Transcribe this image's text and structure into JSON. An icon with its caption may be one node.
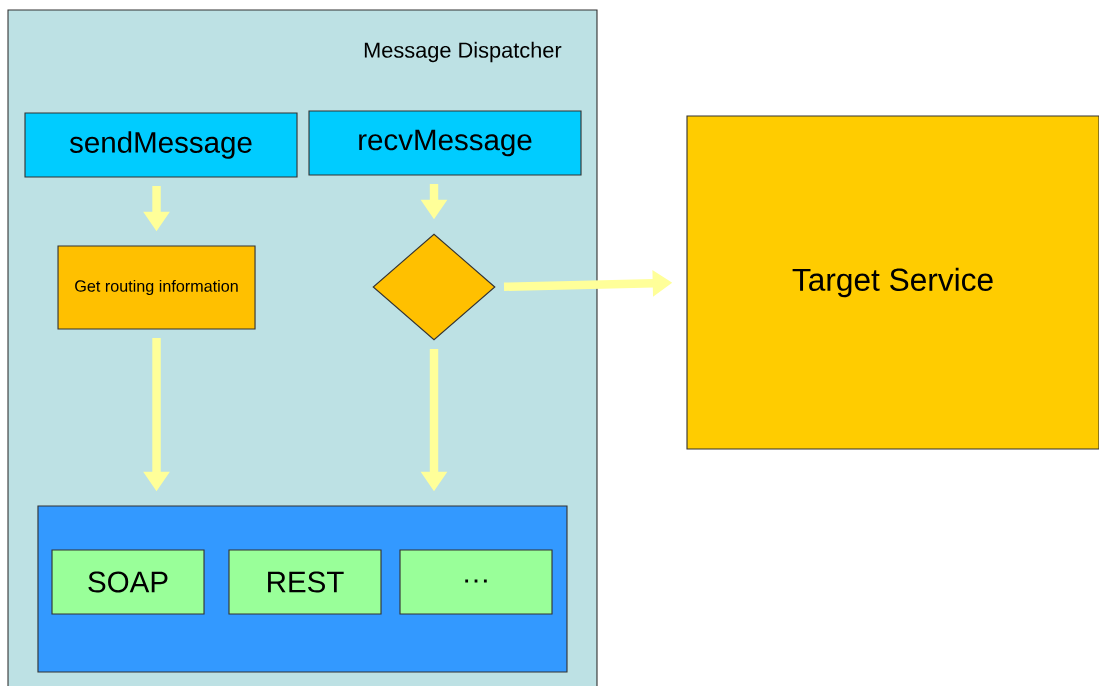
{
  "diagram": {
    "nodes": [
      {
        "text": [
          "Message Dispatcher"
        ]
      },
      {
        "text": [
          "sendMessage"
        ],
        "in": 0
      },
      {
        "text": [
          "recvMessage"
        ],
        "in": 0
      },
      {
        "text": [
          "Get routing information"
        ],
        "in": 0
      },
      {
        "text": [],
        "shape": "diamond",
        "in": 0
      },
      {
        "text": [],
        "shape": "box",
        "in": 0
      },
      {
        "text": [
          "SOAP"
        ],
        "in": 5
      },
      {
        "text": [
          "REST"
        ],
        "in": 5
      },
      {
        "text": [
          "…"
        ],
        "in": 5
      },
      {
        "text": [
          "Target Service"
        ]
      }
    ],
    "edges": [
      {
        "from": 1,
        "to": 3,
        "arrow": "to"
      },
      {
        "from": 2,
        "to": 4,
        "arrow": "to"
      },
      {
        "from": 3,
        "to": 5,
        "arrow": "to"
      },
      {
        "from": 4,
        "to": 5,
        "arrow": "to"
      },
      {
        "from": 4,
        "to": 9,
        "arrow": "to"
      }
    ]
  }
}
